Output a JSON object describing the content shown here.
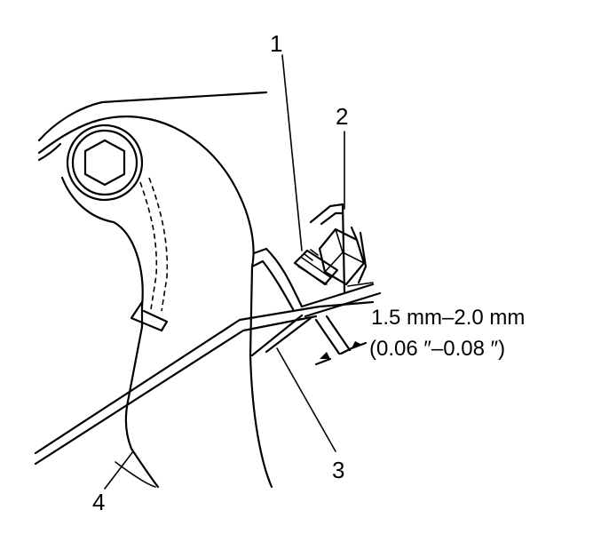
{
  "callouts": {
    "c1": "1",
    "c2": "2",
    "c3": "3",
    "c4": "4"
  },
  "measurement": {
    "metric": "1.5 mm–2.0 mm",
    "imperial": "(0.06 ″–0.08 ″)"
  }
}
